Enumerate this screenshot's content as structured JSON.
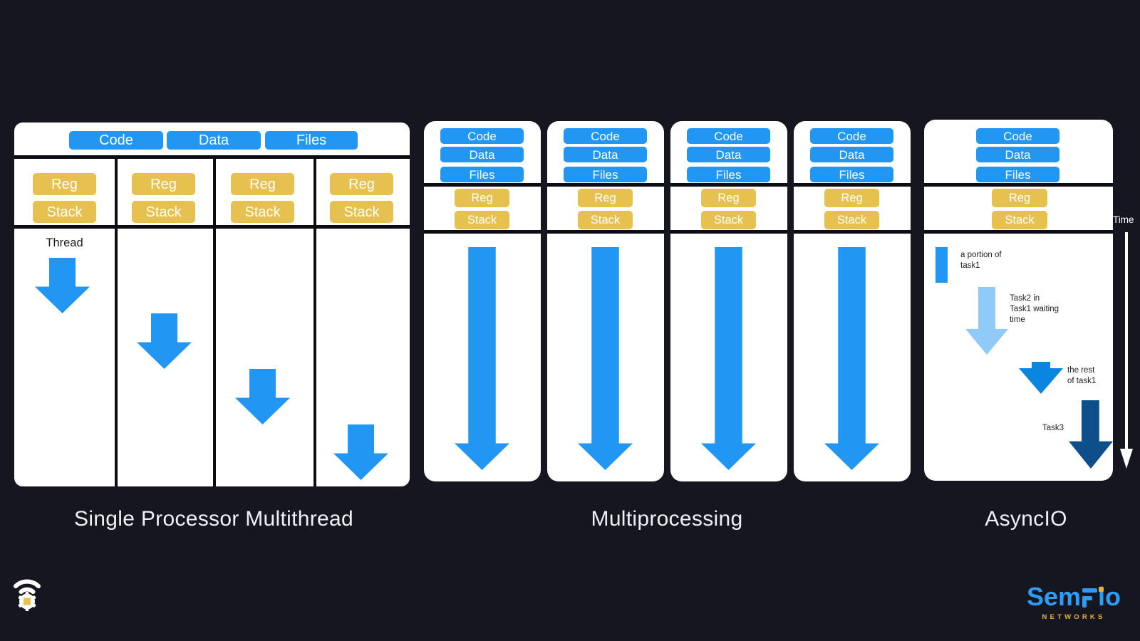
{
  "canvas": {
    "background": "#161621"
  },
  "colors": {
    "panel": "#ffffff",
    "block_blue": "#2196f3",
    "block_yellow": "#e7c150",
    "divider_black": "#0c0c14",
    "arrow_blue": "#2196f3",
    "arrow_light_blue": "#90caf9",
    "arrow_medium_blue": "#0a86e0",
    "arrow_dark_navy": "#0d4f8a",
    "caption_text": "#eef0f4",
    "brand_blue": "#2e9bf5",
    "brand_yellow": "#e8b433"
  },
  "multithread": {
    "caption": "Single Processor Multithread",
    "memory_blocks": [
      "Code",
      "Data",
      "Files"
    ],
    "thread_label": "Thread",
    "threads": [
      {
        "reg": "Reg",
        "stack": "Stack"
      },
      {
        "reg": "Reg",
        "stack": "Stack"
      },
      {
        "reg": "Reg",
        "stack": "Stack"
      },
      {
        "reg": "Reg",
        "stack": "Stack"
      }
    ]
  },
  "multiprocessing": {
    "caption": "Multiprocessing",
    "processes": [
      {
        "memory_blocks": [
          "Code",
          "Data",
          "Files"
        ],
        "reg": "Reg",
        "stack": "Stack"
      },
      {
        "memory_blocks": [
          "Code",
          "Data",
          "Files"
        ],
        "reg": "Reg",
        "stack": "Stack"
      },
      {
        "memory_blocks": [
          "Code",
          "Data",
          "Files"
        ],
        "reg": "Reg",
        "stack": "Stack"
      },
      {
        "memory_blocks": [
          "Code",
          "Data",
          "Files"
        ],
        "reg": "Reg",
        "stack": "Stack"
      }
    ]
  },
  "asyncio": {
    "caption": "AsyncIO",
    "memory_blocks": [
      "Code",
      "Data",
      "Files"
    ],
    "reg": "Reg",
    "stack": "Stack",
    "tasks": [
      {
        "name": "task1-portion",
        "color": "#2196f3",
        "lines": [
          "a portion of",
          "task1"
        ]
      },
      {
        "name": "task2",
        "color": "#90caf9",
        "lines": [
          "Task2 in",
          "Task1 waiting",
          "time"
        ]
      },
      {
        "name": "task1-rest",
        "color": "#0a86e0",
        "lines": [
          "the rest",
          "of task1"
        ]
      },
      {
        "name": "task3",
        "color": "#0d4f8a",
        "lines": [
          "Task3"
        ]
      }
    ]
  },
  "time_axis": {
    "label": "Time"
  },
  "branding": {
    "name": "SemFio",
    "wordmark_left": "Sem",
    "wordmark_stylized": "F",
    "wordmark_right": "io",
    "subtitle": "NETWORKS"
  },
  "icons": {
    "corner": "wifi-gear-icon",
    "time": "down-arrow-axis"
  }
}
